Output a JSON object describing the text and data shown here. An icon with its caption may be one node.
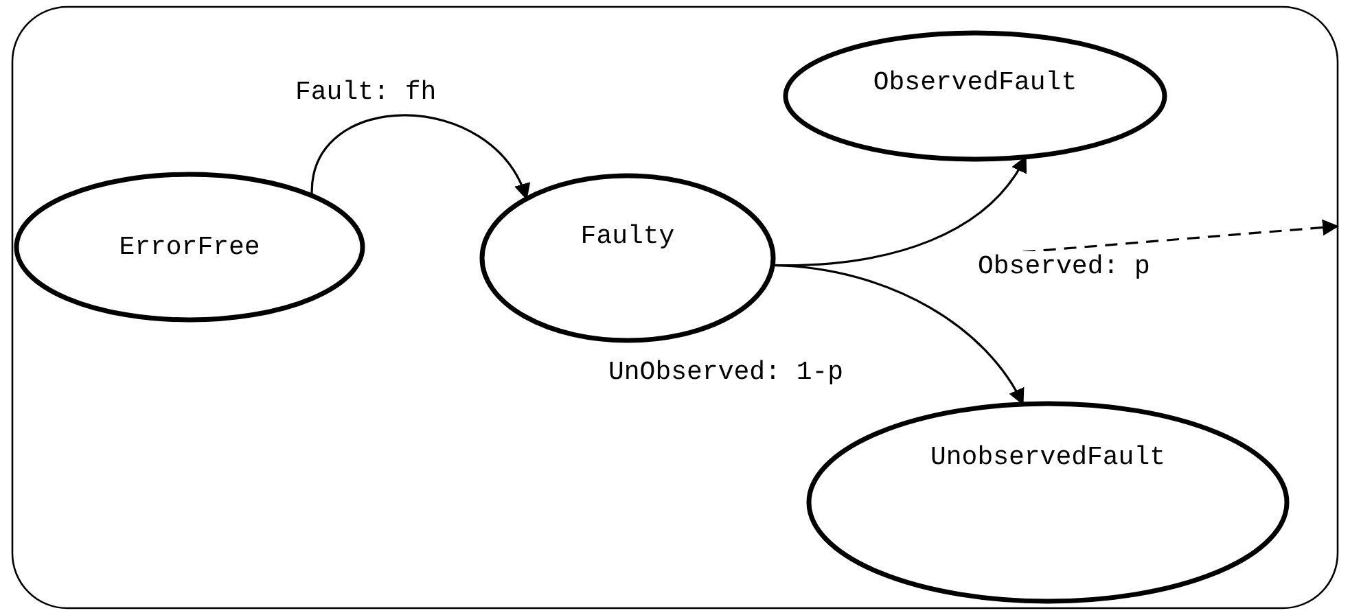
{
  "diagram": {
    "nodes": [
      {
        "text": [],
        "shape": "box"
      },
      {
        "text": [
          "ErrorFree"
        ],
        "in": 0
      },
      {
        "text": [
          "Faulty"
        ],
        "in": 0
      },
      {
        "text": [
          "ObservedFault"
        ],
        "in": 0
      },
      {
        "text": [
          "UnobservedFault"
        ],
        "in": 0
      }
    ],
    "edges": [
      {
        "from": 1,
        "to": 2,
        "arrow": "to",
        "label": "Fault: fh"
      },
      {
        "from": 2,
        "to": 3,
        "arrow": "to",
        "label": "Observed: p"
      },
      {
        "from": 2,
        "to": 4,
        "arrow": "to",
        "label": "UnObserved: 1-p"
      },
      {
        "from": null,
        "to": 0,
        "arrow": "to",
        "style": "dashed"
      }
    ]
  }
}
